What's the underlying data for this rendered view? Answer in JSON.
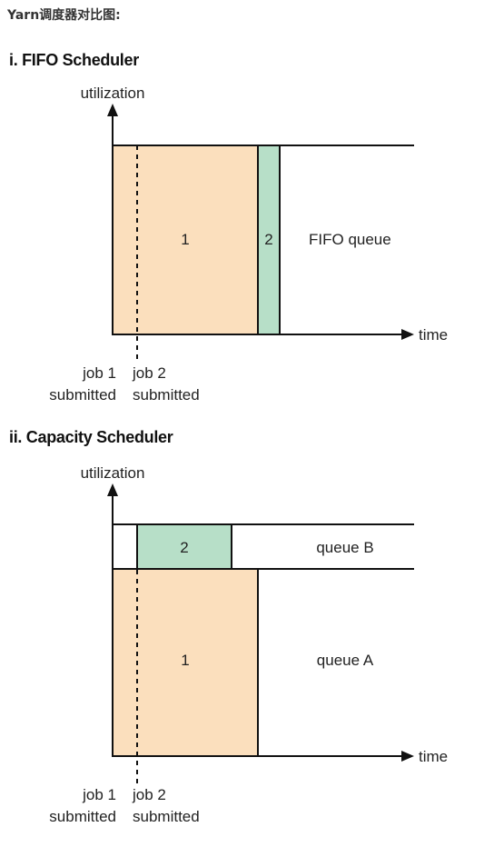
{
  "page_title": "Yarn调度器对比图:",
  "fifo": {
    "title": "i. FIFO Scheduler",
    "y_axis_label": "utilization",
    "x_axis_label": "time",
    "job1_label": "1",
    "job2_label": "2",
    "queue_label": "FIFO queue",
    "job1_submitted_line1": "job 1",
    "job1_submitted_line2": "submitted",
    "job2_submitted_line1": "job 2",
    "job2_submitted_line2": "submitted"
  },
  "capacity": {
    "title": "ii. Capacity Scheduler",
    "y_axis_label": "utilization",
    "x_axis_label": "time",
    "job1_label": "1",
    "job2_label": "2",
    "queue_b_label": "queue B",
    "queue_a_label": "queue A",
    "job1_submitted_line1": "job 1",
    "job1_submitted_line2": "submitted",
    "job2_submitted_line1": "job 2",
    "job2_submitted_line2": "submitted"
  },
  "colors": {
    "job1_fill": "#fbdfbd",
    "job2_fill": "#b7dfc8",
    "line": "#111111"
  }
}
